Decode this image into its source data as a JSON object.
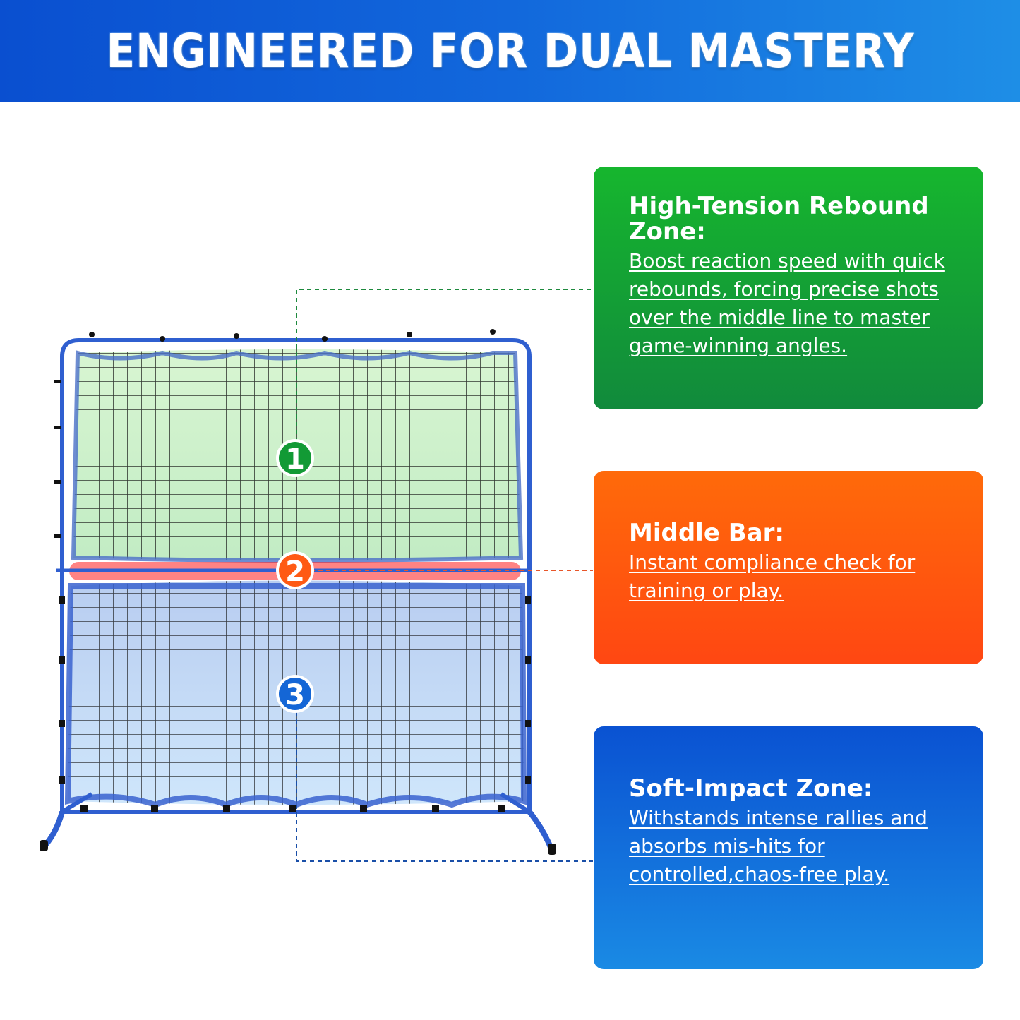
{
  "header": {
    "title": "ENGINEERED FOR DUAL MASTERY"
  },
  "markers": [
    {
      "number": "1",
      "color": "#129a35"
    },
    {
      "number": "2",
      "color": "#ff5a14"
    },
    {
      "number": "3",
      "color": "#1466d6"
    }
  ],
  "cards": {
    "rebound": {
      "title": "High-Tension Rebound Zone:",
      "body": "Boost reaction speed with quick rebounds, forcing precise shots over the middle line to master game-winning angles.",
      "color": "#16a834"
    },
    "middle_bar": {
      "title": "Middle Bar:",
      "body": "Instant compliance check for training or play.",
      "color": "#ff5a12"
    },
    "soft_impact": {
      "title": "Soft-Impact Zone:",
      "body": "Withstands intense rallies and absorbs mis-hits for controlled,chaos-free play.",
      "color": "#0f6ad8"
    }
  },
  "colors": {
    "frame": "#2f5fd0",
    "net": "#101010"
  }
}
